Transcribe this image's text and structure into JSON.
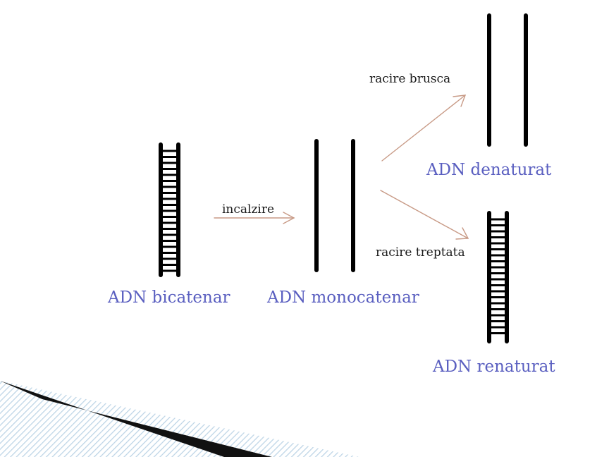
{
  "colors": {
    "label_blue": "#5a5fc0",
    "arrow": "#c89a86",
    "strand": "#000000",
    "decor_dark": "#111111",
    "decor_light": "#bcd4e6"
  },
  "labels": {
    "bicatenar": "ADN bicatenar",
    "monocatenar": "ADN monocatenar",
    "denaturat": "ADN denaturat",
    "renaturat": "ADN renaturat"
  },
  "steps": {
    "heating": "incalzire",
    "fast_cooling": "racire brusca",
    "slow_cooling": "racire treptata"
  }
}
